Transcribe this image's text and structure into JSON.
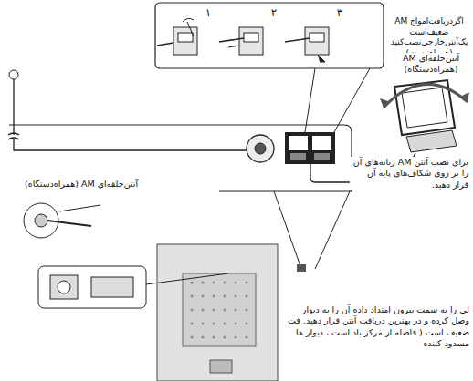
{
  "diagram": {
    "labels": [
      "۱",
      "۲",
      "۳",
      "اگردریافت‌امواج AM ضعیف‌است یک‌آنتن‌خارجی‌نصب‌کنید (همراه‌نیست)",
      "آنتن‌حلقه‌ای AM (همراه‌دستگاه)",
      "آنتن‌حلقه‌ای AM (همراه‌دستگاه)",
      "برای نصب آنتن AM زبانه‌های آن را بر روی شکاف‌های پایه آن قرار دهید.",
      "لی را به سمت بیرون امتداد داده آن را به دیوار وصل کرده و در بهترین دریافت آنتن قرار دهید. فت ضعیف است ( فاصله از مرکز باد است ، دیوار ها مسدود کننده"
    ]
  }
}
